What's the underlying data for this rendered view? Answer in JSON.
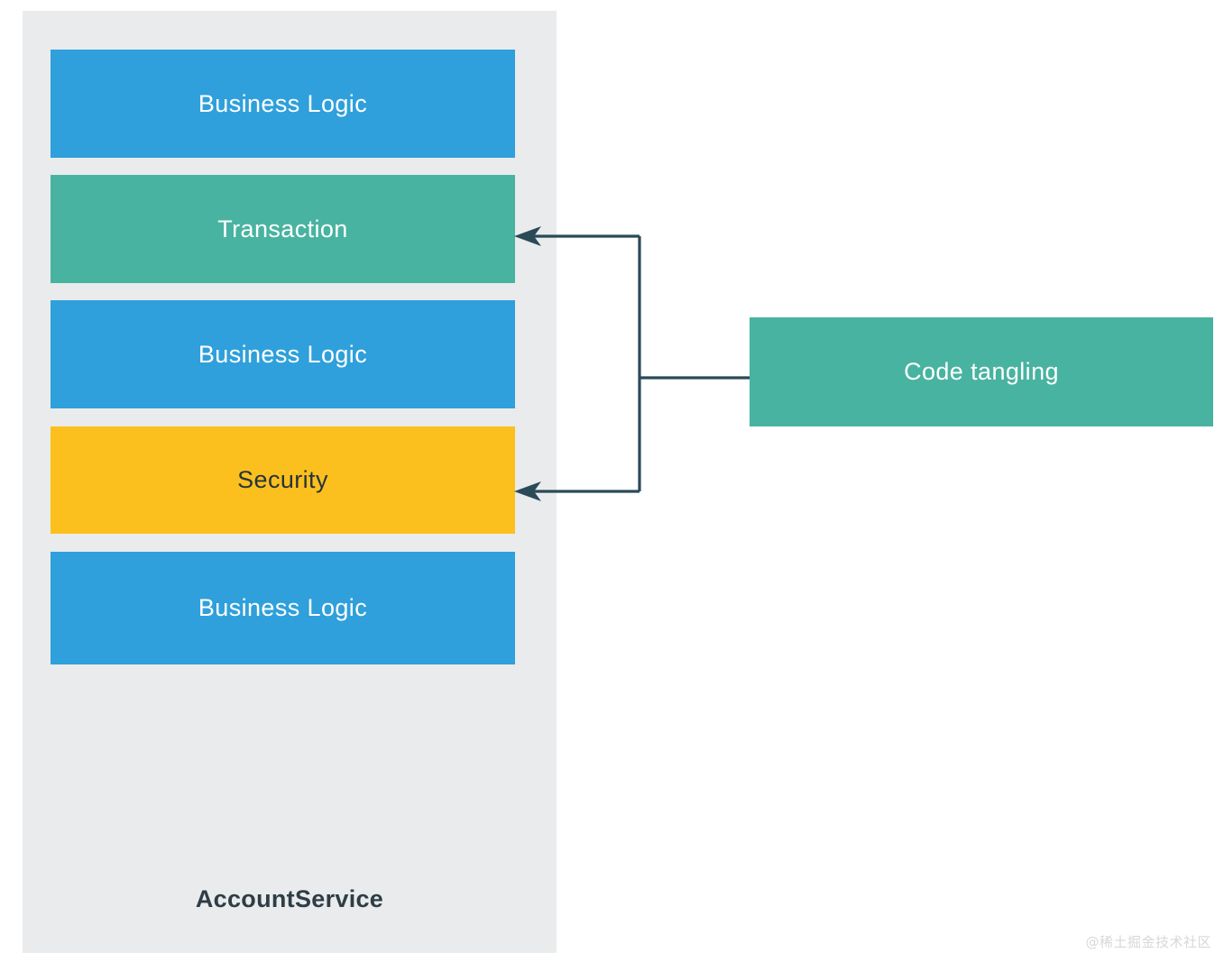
{
  "diagram": {
    "title_text": "AccountService",
    "service_container": {
      "label": "AccountService"
    },
    "concerns": [
      {
        "label": "Business Logic",
        "kind": "business-logic",
        "color": "#2fa0db",
        "text_color": "#ffffff"
      },
      {
        "label": "Transaction",
        "kind": "crosscutting-transaction",
        "color": "#48b3a0",
        "text_color": "#ffffff"
      },
      {
        "label": "Business Logic",
        "kind": "business-logic",
        "color": "#2fa0db",
        "text_color": "#ffffff"
      },
      {
        "label": "Security",
        "kind": "crosscutting-security",
        "color": "#fcc01e",
        "text_color": "#27343b"
      },
      {
        "label": "Business Logic",
        "kind": "business-logic",
        "color": "#2fa0db",
        "text_color": "#ffffff"
      }
    ],
    "callout": {
      "label": "Code tangling",
      "color": "#48b3a0",
      "text_color": "#ffffff"
    },
    "connector": {
      "stroke_color": "#2a4a57",
      "targets": [
        "Transaction",
        "Security"
      ],
      "source": "Code tangling",
      "arrow_style": "open-concave"
    },
    "colors": {
      "container_background": "#e9ebec",
      "business_logic": "#2fa0db",
      "transaction": "#48b3a0",
      "security": "#fcc01e",
      "callout": "#48b3a0",
      "connector": "#2a4a57",
      "title_text": "#2e3d46",
      "page_background": "#ffffff"
    }
  },
  "watermark": {
    "text": "@稀土掘金技术社区"
  }
}
